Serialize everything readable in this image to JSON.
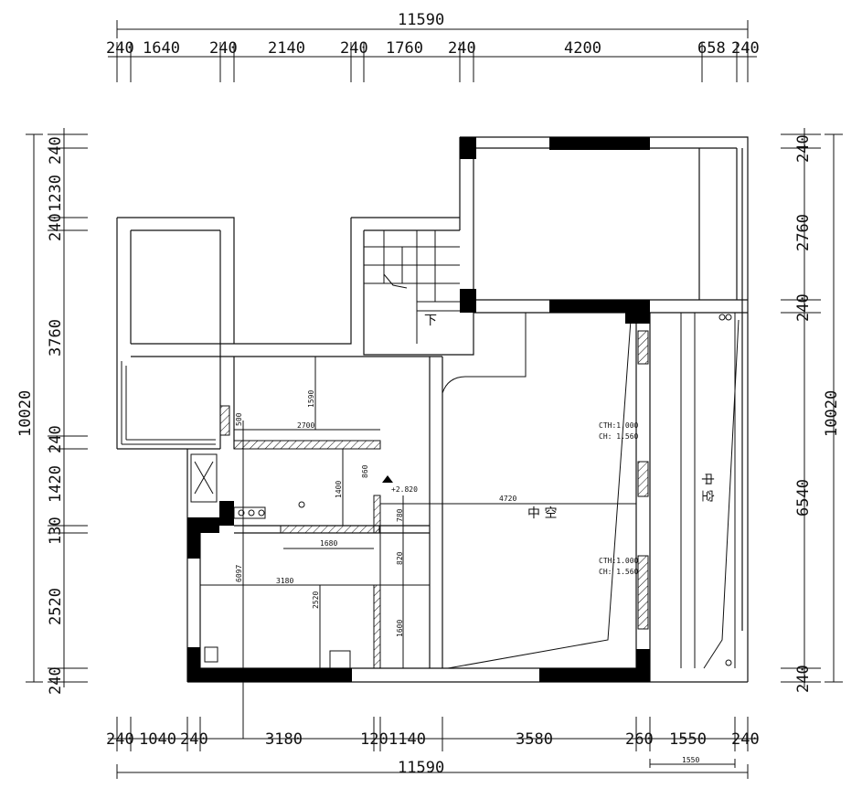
{
  "dimensions": {
    "top_total": "11590",
    "top_segments": [
      "240",
      "1640",
      "240",
      "2140",
      "240",
      "1760",
      "240",
      "4200",
      "658",
      "240"
    ],
    "bottom_total": "11590",
    "bottom_segments": [
      "240",
      "1040",
      "240",
      "3180",
      "120",
      "1140",
      "3580",
      "260",
      "1550",
      "240"
    ],
    "left_total": "10020",
    "left_segments": [
      "240",
      "1230",
      "240",
      "3760",
      "240",
      "1420",
      "130",
      "2520",
      "240"
    ],
    "right_total": "10020",
    "right_segments": [
      "240",
      "2760",
      "240",
      "6540",
      "240"
    ],
    "bottom_extra": "1550"
  },
  "interior_dims": {
    "d1590": "1590",
    "d2700": "2700",
    "d500": "500",
    "d1400": "1400",
    "d860": "860",
    "level": "+2.820",
    "d4720": "4720",
    "d780": "780",
    "d1680": "1680",
    "d820": "820",
    "d6097": "6097",
    "d3180": "3180",
    "d2520": "2520",
    "d1600": "1600"
  },
  "labels": {
    "void_main": "中 空",
    "void_side": "中 空",
    "stair_down": "下",
    "cth1": "CTH:1.000",
    "ch1": "CH: 1.560",
    "cth2": "CTH:1.000",
    "ch2": "CH: 1.560"
  }
}
